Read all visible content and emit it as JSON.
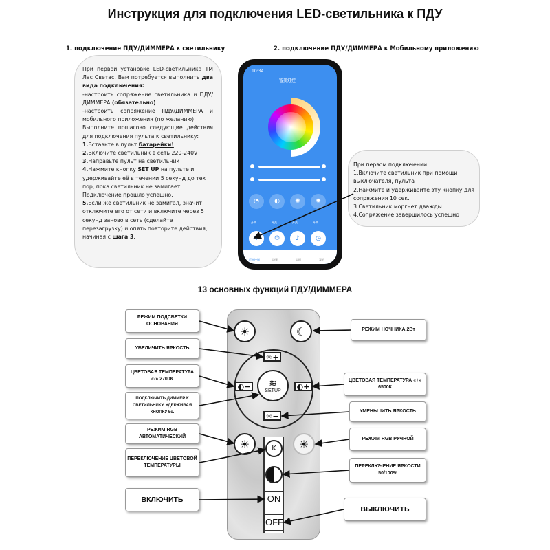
{
  "title": "Инструкция для подключения LED-светильника к ПДУ",
  "step1_title": "1. подключение ПДУ/ДИММЕРА к светильнику",
  "step2_title": "2. подключение ПДУ/ДИММЕРА к Мобильному приложению",
  "instr": {
    "p1": "При первой установке LED-светильника ТМ Лас Светас, Вам потребуется выполнить ",
    "p1_bold": "два вида подключения:",
    "p2": "-настроить сопряжение светильника и ПДУ/ДИММЕРА ",
    "p2_bold": "(обязательно)",
    "p3": "-настроить сопряжение ПДУ/ДИММЕРА и мобильного приложения (по желанию)",
    "p4": "Выполните пошагово следующие действия для подключения пульта к светильнику:",
    "s1_num": "1.",
    "s1": "Вставьте в пульт ",
    "s1_u": "батарейки!",
    "s2_num": "2.",
    "s2": "Включите светильник в сеть 220-240V",
    "s3_num": "3.",
    "s3": "Направьте пульт на светильник",
    "s4_num": "4.",
    "s4": "Нажмите кнопку ",
    "s4_bold": "SET UP",
    "s4_rest": " на пульте и удерживайте её в течении 5 секунд до тех пор, пока светильник не замигает. Подключение прошло успешно.",
    "s5_num": "5.",
    "s5": "Если же светильник не замигал, значит отключите его от сети и включите через 5 секунд заново в сеть (сделайте перезагрузку) и опять повторите действия, начиная с ",
    "s5_bold": "шага 3",
    "s5_end": "."
  },
  "phone": {
    "time": "10:34",
    "app_title": "智美灯控",
    "btn_labels": [
      "开关",
      "开关",
      "开关",
      "开关"
    ],
    "tab_labels": [
      "灯光控制",
      "场景",
      "定时",
      "我的"
    ]
  },
  "info": {
    "lines": [
      "При первом подключении:",
      "1.Включите светильник при помощи выключателя, пульта",
      "2.Нажмите и удерживайте эту кнопку для сопряжения 10 сек.",
      "3.Светильник моргнет дважды",
      "4.Сопряжение завершилось успешно"
    ]
  },
  "functions_title": "13 основных функций ПДУ/ДИММЕРА",
  "remote": {
    "setup": "SETUP",
    "on": "ON",
    "off": "OFF",
    "k": "K"
  },
  "labels_left": [
    "РЕЖИМ ПОДСВЕТКИ ОСНОВАНИЯ",
    "УВЕЛИЧИТЬ ЯРКОСТЬ",
    "ЦВЕТОВАЯ ТЕМПЕРАТУРА «-» 2700К",
    "ПОДКЛЮЧИТЬ ДИММЕР К СВЕТИЛЬНИКУ, УДЕРЖИВАЯ КНОПКУ 5с.",
    "РЕЖИМ RGB АВТОМАТИЧЕСКИЙ",
    "ПЕРЕКЛЮЧЕНИЕ ЦВЕТОВОЙ ТЕМПЕРАТУРЫ",
    "ВКЛЮЧИТЬ"
  ],
  "labels_right": [
    "РЕЖИМ НОЧНИКА 2Вт",
    "ЦВЕТОВАЯ ТЕМПЕРАТУРА «+» 6500К",
    "УМЕНЬШИТЬ ЯРКОСТЬ",
    "РЕЖИМ RGB РУЧНОЙ",
    "ПЕРЕКЛЮЧЕНИЕ ЯРКОСТИ 50/100%",
    "ВЫКЛЮЧИТЬ"
  ]
}
